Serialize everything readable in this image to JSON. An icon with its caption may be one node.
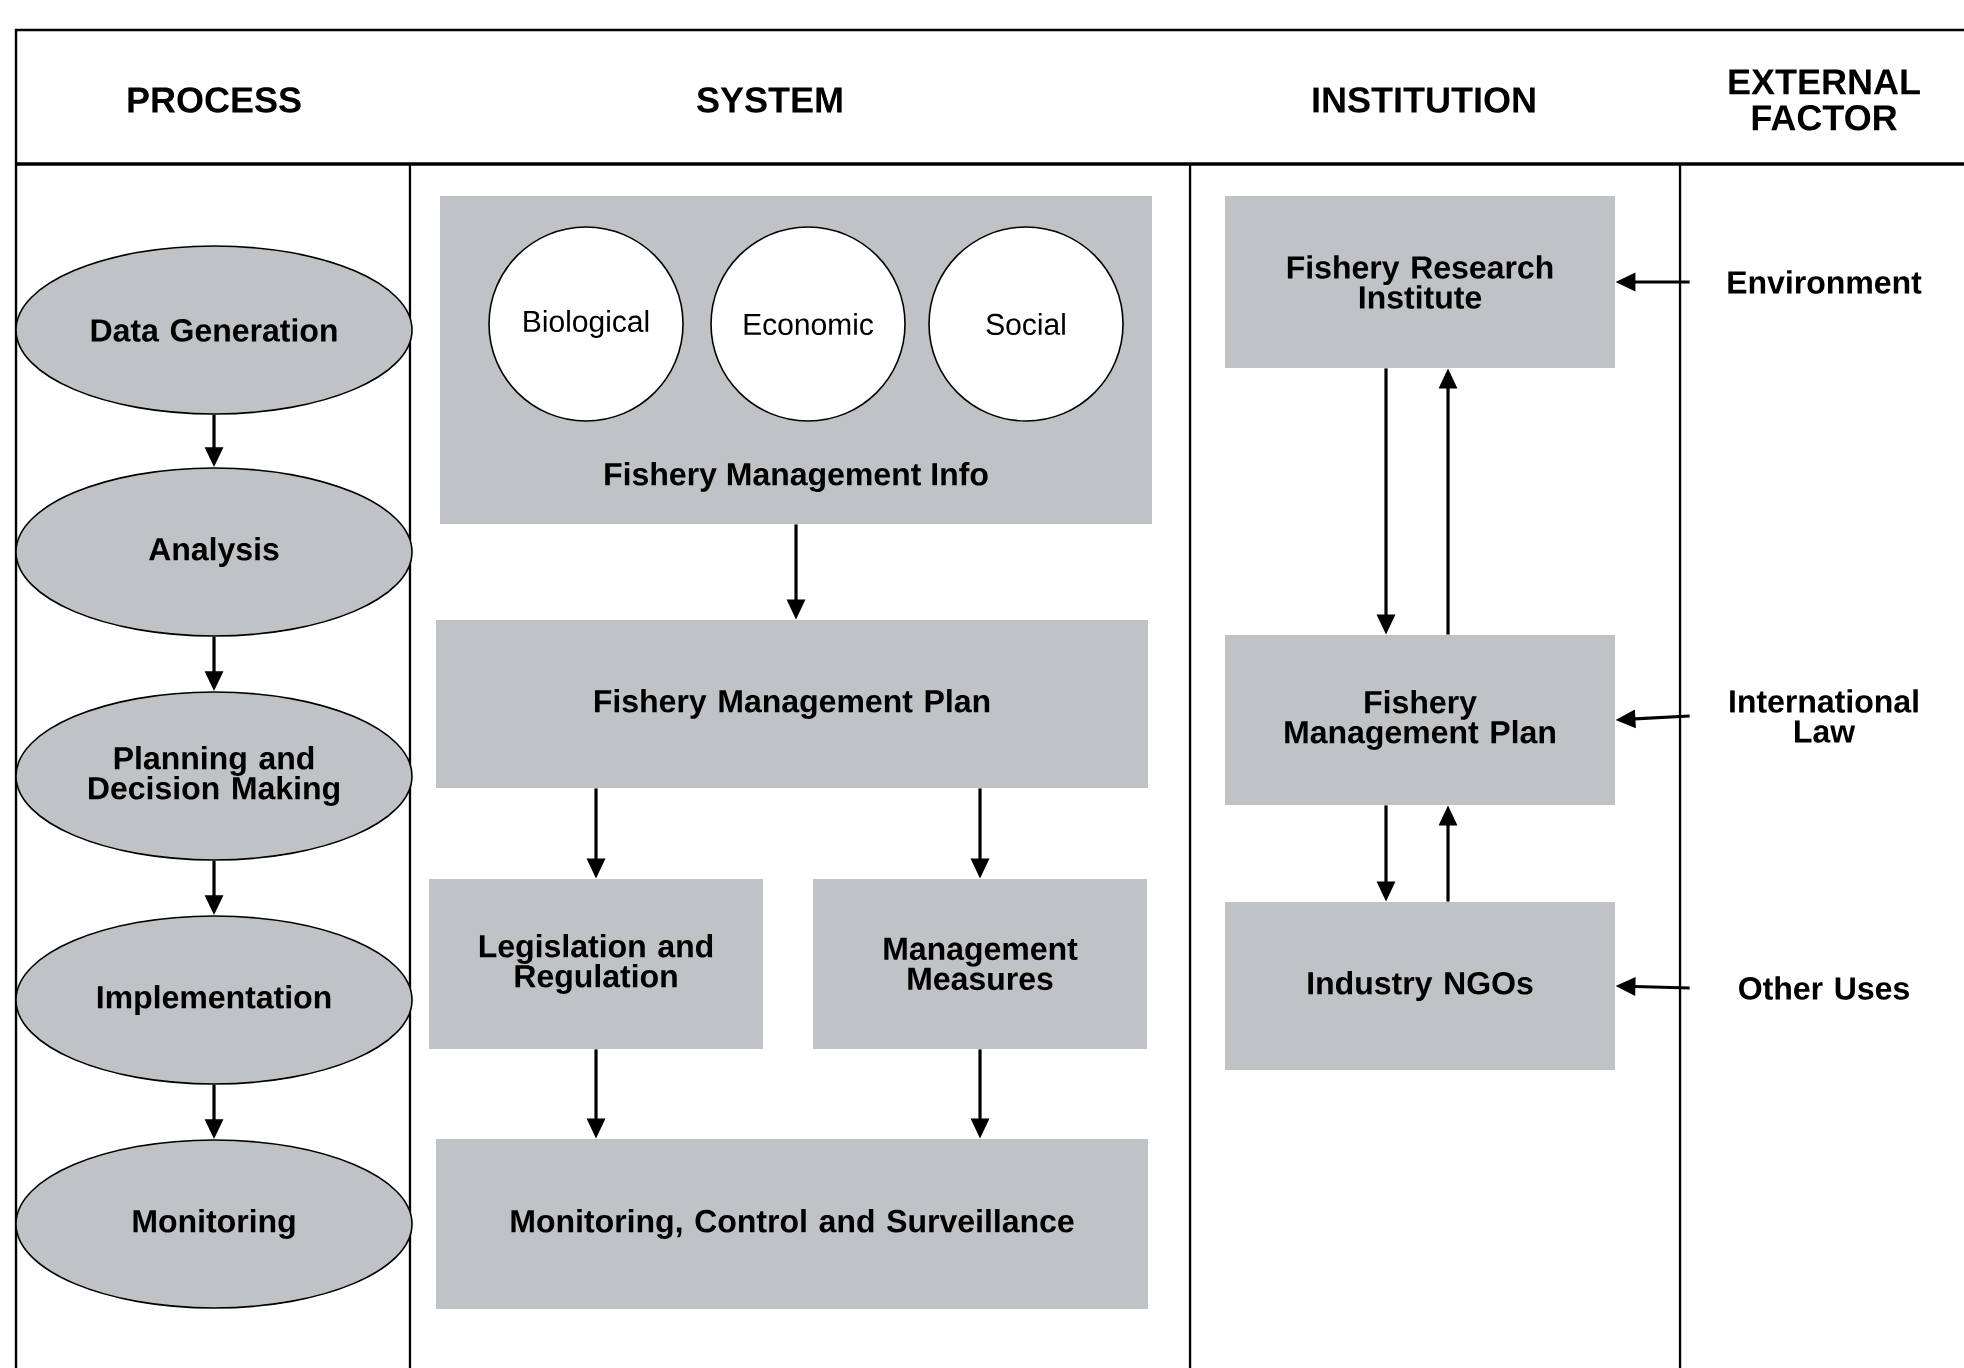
{
  "diagram": {
    "nodes": [
      {
        "text": [
          "Data Generation"
        ]
      },
      {
        "text": [
          "Analysis"
        ]
      },
      {
        "text": [
          "Planning and Decision Making"
        ]
      },
      {
        "text": [
          "Implementation"
        ]
      },
      {
        "text": [
          "Monitoring"
        ]
      },
      {
        "text": [
          "Fishery Management Info"
        ]
      },
      {
        "text": [
          "Biological"
        ],
        "in": 5
      },
      {
        "text": [
          "Economic"
        ],
        "in": 5
      },
      {
        "text": [
          "Social"
        ],
        "in": 5
      },
      {
        "text": [
          "Fishery Management Plan"
        ]
      },
      {
        "text": [
          "Legislation and Regulation"
        ]
      },
      {
        "text": [
          "Management Measures"
        ]
      },
      {
        "text": [
          "Monitoring, Control and Surveillance"
        ]
      },
      {
        "text": [
          "Fishery Research Institute"
        ]
      },
      {
        "text": [
          "Fishery Management Plan"
        ]
      },
      {
        "text": [
          "Industry NGOs"
        ]
      },
      {
        "text": [
          "Environment"
        ]
      },
      {
        "text": [
          "International Law"
        ]
      },
      {
        "text": [
          "Other Uses"
        ]
      }
    ],
    "edges": [
      {
        "from": 0,
        "to": 1,
        "arrow": "to"
      },
      {
        "from": 1,
        "to": 2,
        "arrow": "to"
      },
      {
        "from": 2,
        "to": 3,
        "arrow": "to"
      },
      {
        "from": 3,
        "to": 4,
        "arrow": "to"
      },
      {
        "from": 5,
        "to": 9,
        "arrow": "to"
      },
      {
        "from": 9,
        "to": 10,
        "arrow": "to"
      },
      {
        "from": 9,
        "to": 11,
        "arrow": "to"
      },
      {
        "from": 10,
        "to": 12,
        "arrow": "to"
      },
      {
        "from": 11,
        "to": 12,
        "arrow": "to"
      },
      {
        "from": 13,
        "to": 14,
        "arrow": "to"
      },
      {
        "from": 14,
        "to": 13,
        "arrow": "to"
      },
      {
        "from": 14,
        "to": 15,
        "arrow": "to"
      },
      {
        "from": 15,
        "to": 14,
        "arrow": "to"
      },
      {
        "from": 16,
        "to": 13,
        "arrow": "to"
      },
      {
        "from": 17,
        "to": 14,
        "arrow": "to"
      },
      {
        "from": 18,
        "to": 15,
        "arrow": "to"
      }
    ],
    "labels": [
      "PROCESS",
      "SYSTEM",
      "INSTITUTION",
      "EXTERNAL FACTOR"
    ]
  }
}
